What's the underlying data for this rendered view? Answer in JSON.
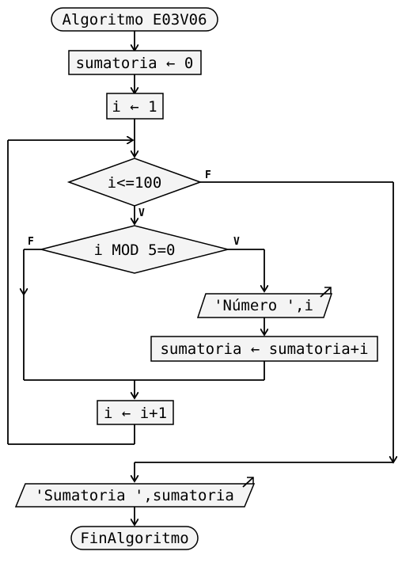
{
  "diagram": {
    "start": "Algoritmo E03V06",
    "init_sum": "sumatoria <- 0",
    "init_i": "i <- 1",
    "loop_condition": "i<=100",
    "loop_true": "V",
    "loop_false": "F",
    "mod_condition": "i MOD 5=0",
    "mod_true": "V",
    "mod_false": "F",
    "output_number": "'Número ',i",
    "accumulate": "sumatoria <- sumatoria+i",
    "increment": "i <- i+1",
    "output_sum": "'Sumatoria ',sumatoria",
    "end": "FinAlgoritmo"
  }
}
